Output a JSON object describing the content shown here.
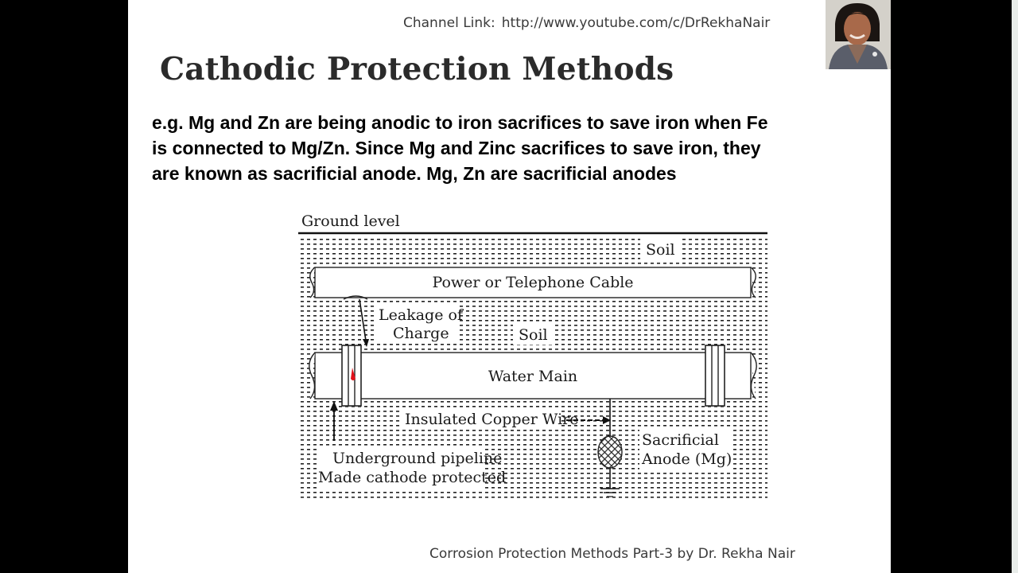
{
  "channel": {
    "label": "Channel Link:",
    "url": "http://www.youtube.com/c/DrRekhaNair"
  },
  "slide": {
    "title": "Cathodic Protection Methods",
    "body_lines": [
      "e.g. Mg and Zn are being anodic to iron sacrifices to save iron when Fe",
      "is connected to Mg/Zn. Since Mg and Zinc sacrifices to save iron, they",
      "are known as sacrificial anode. Mg, Zn are sacrificial anodes"
    ],
    "footer": "Corrosion Protection Methods Part-3 by Dr. Rekha Nair"
  },
  "diagram": {
    "ground_level": "Ground  level",
    "soil_top": "Soil",
    "cable": "Power or Telephone Cable",
    "leakage_1": "Leakage of",
    "leakage_2": "Charge",
    "soil_mid": "Soil",
    "water_main": "Water Main",
    "copper_wire": "Insulated Copper Wire",
    "anode_1": "Sacrificial",
    "anode_2": "Anode (Mg)",
    "pipeline_1": "Underground pipeline",
    "pipeline_2": "Made cathode protected"
  },
  "colors": {
    "background": "#000000",
    "slide": "#ffffff",
    "title": "#2b2b2b",
    "drop": "#e0101a"
  }
}
